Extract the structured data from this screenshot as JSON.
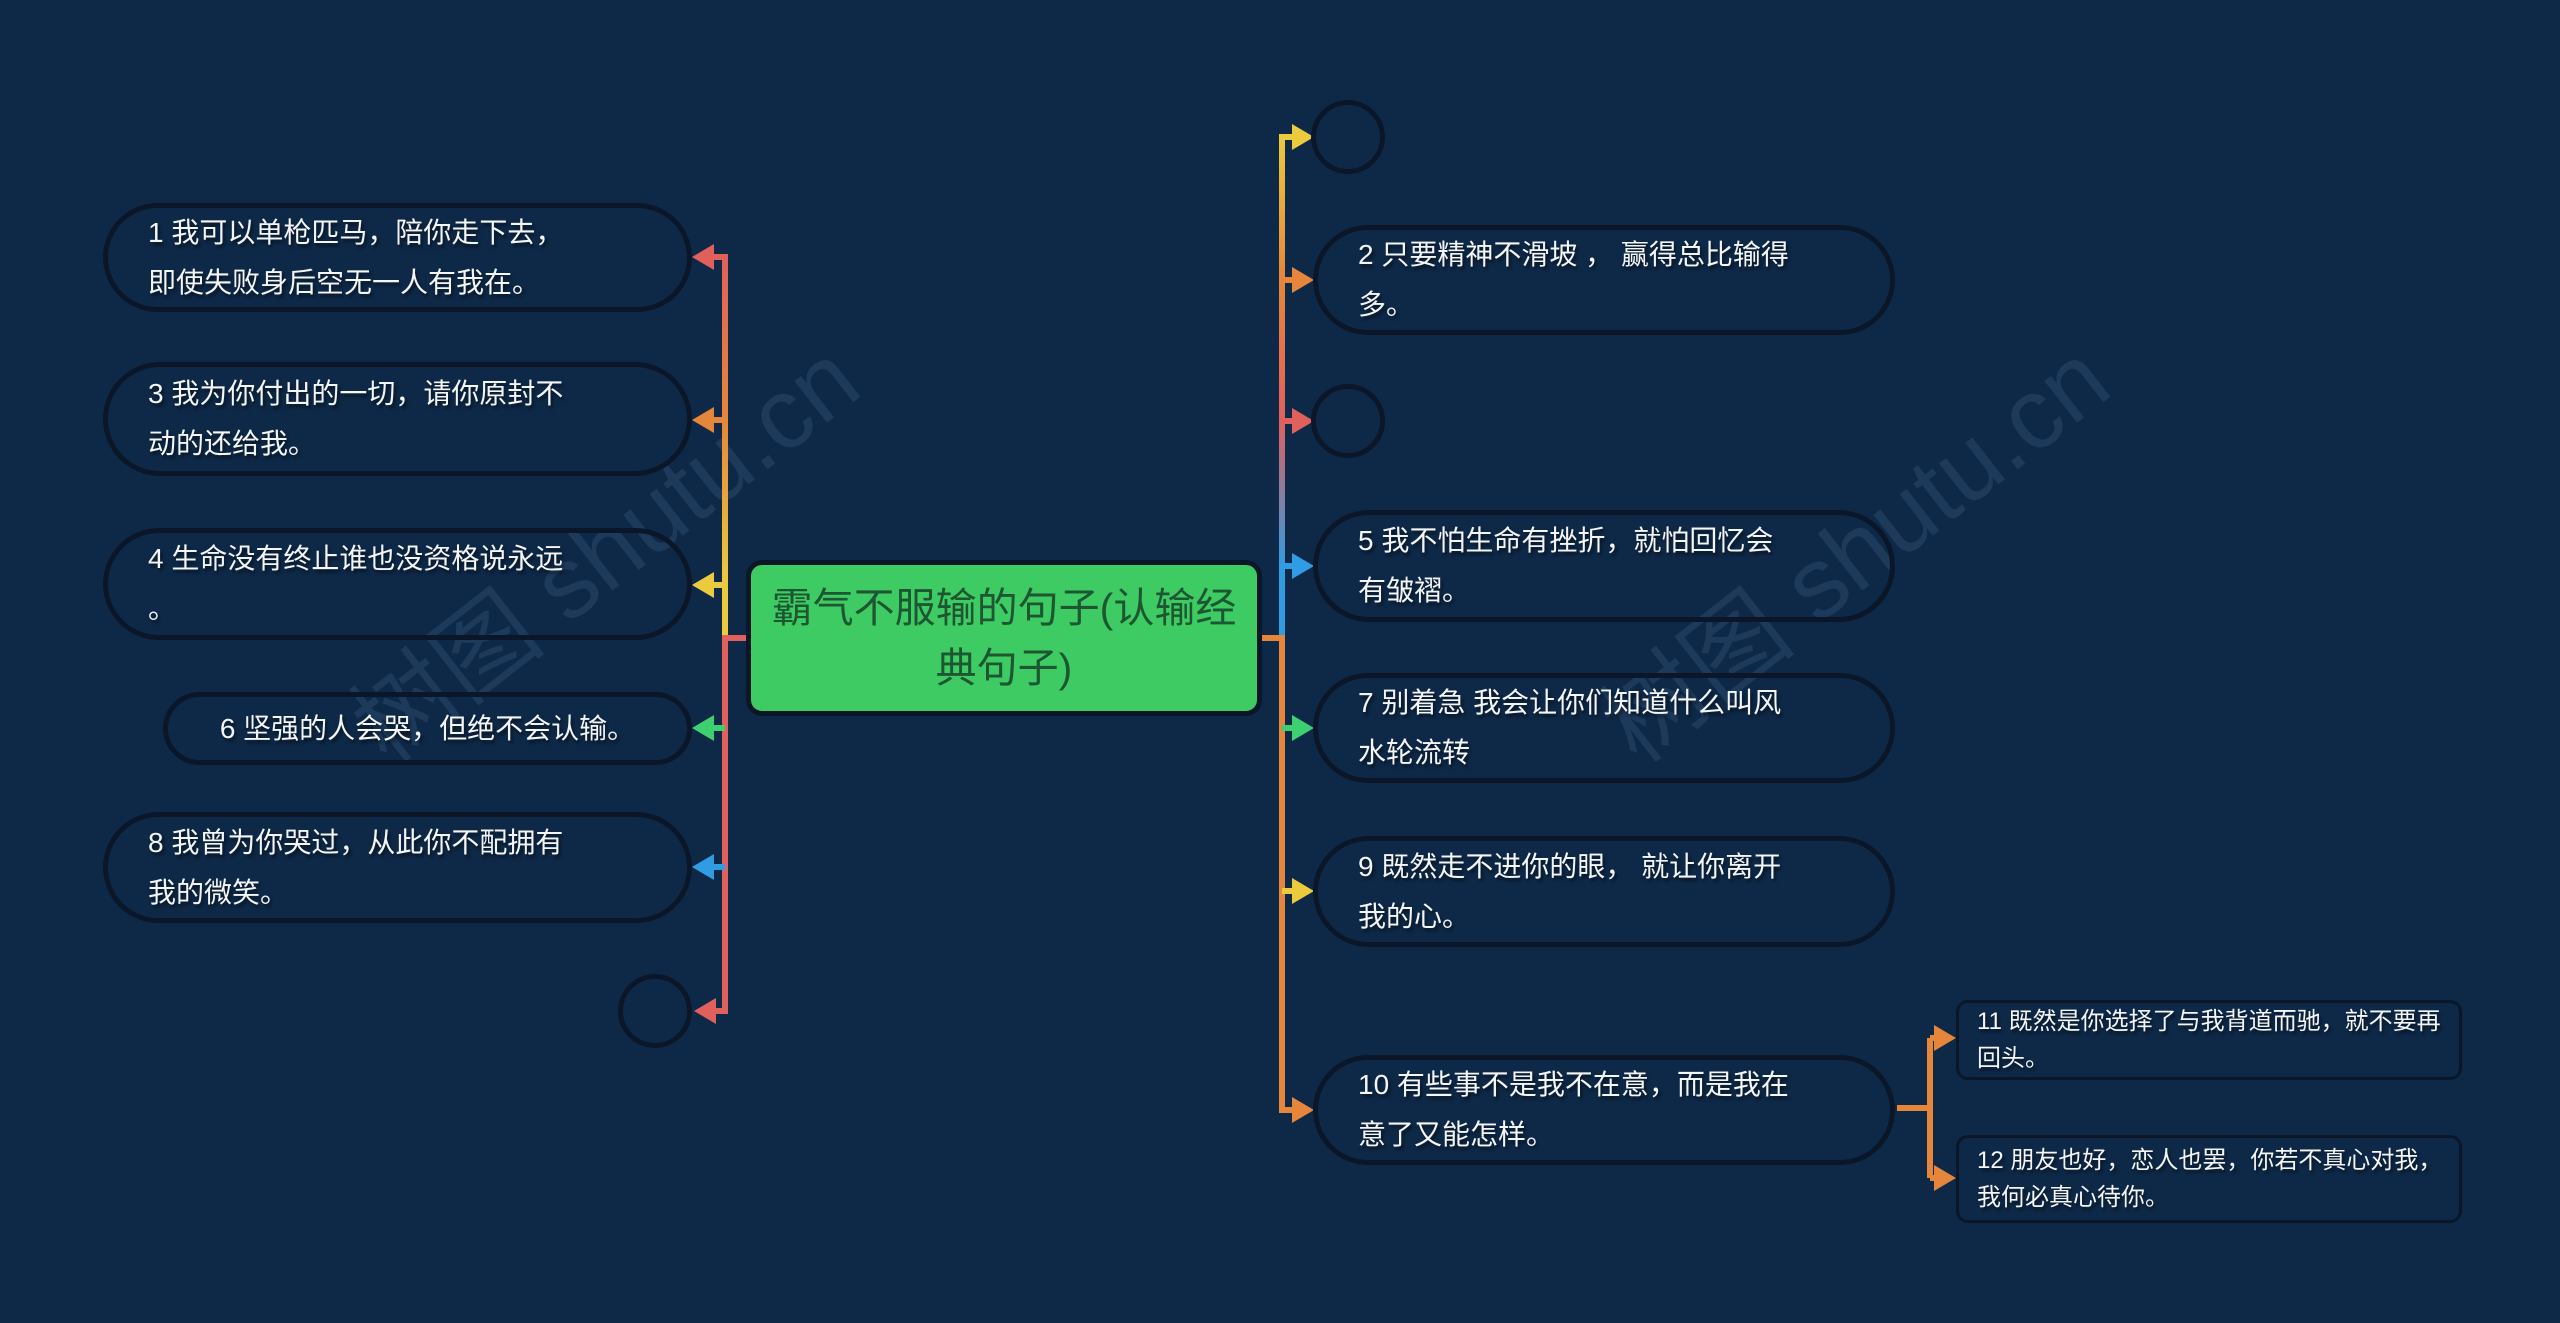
{
  "colors": {
    "background": "#0e2948",
    "node-border": "#0b1728",
    "node-text": "#f3f5f7",
    "center-fill": "#3fcb63",
    "center-text": "#1d5731",
    "red": "#e0605c",
    "orange": "#e6863a",
    "yellow": "#ecca3e",
    "green": "#3ecf70",
    "blue": "#2f9ce4",
    "watermark": "#7fb0dd"
  },
  "watermark": {
    "text": "树图 shutu.cn"
  },
  "center": {
    "label": "霸气不服输的句子(认输经\n典句子)"
  },
  "nodes": {
    "n1": {
      "text": "1 我可以单枪匹马，陪你走下去，\n即使失败身后空无一人有我在。",
      "connector_color": "red"
    },
    "n2": {
      "text": "2 只要精神不滑坡 ， 赢得总比输得\n多。",
      "connector_color": "orange"
    },
    "n3": {
      "text": "3 我为你付出的一切，请你原封不\n动的还给我。",
      "connector_color": "orange"
    },
    "n4": {
      "text": "4 生命没有终止谁也没资格说永远\n。",
      "connector_color": "yellow"
    },
    "n5": {
      "text": "5 我不怕生命有挫折，就怕回忆会\n有皱褶。",
      "connector_color": "blue"
    },
    "n6": {
      "text": "6 坚强的人会哭，但绝不会认输。",
      "connector_color": "green"
    },
    "n7": {
      "text": "7 别着急 我会让你们知道什么叫风\n水轮流转",
      "connector_color": "green"
    },
    "n8": {
      "text": "8 我曾为你哭过，从此你不配拥有\n我的微笑。",
      "connector_color": "blue"
    },
    "n9": {
      "text": "9 既然走不进你的眼， 就让你离开\n我的心。",
      "connector_color": "yellow"
    },
    "n10": {
      "text": "10 有些事不是我不在意，而是我在\n意了又能怎样。",
      "connector_color": "orange"
    },
    "n11": {
      "text": "11 既然是你选择了与我背道而驰，就不要再\n回头。",
      "connector_color": "orange"
    },
    "n12": {
      "text": "12 朋友也好，恋人也罢，你若不真心对我，\n我何必真心待你。",
      "connector_color": "orange"
    }
  }
}
